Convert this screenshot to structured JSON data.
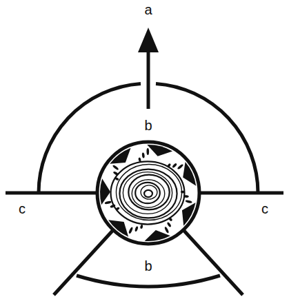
{
  "diagram": {
    "labels": [
      "a",
      "b",
      "c",
      "c",
      "b"
    ]
  }
}
